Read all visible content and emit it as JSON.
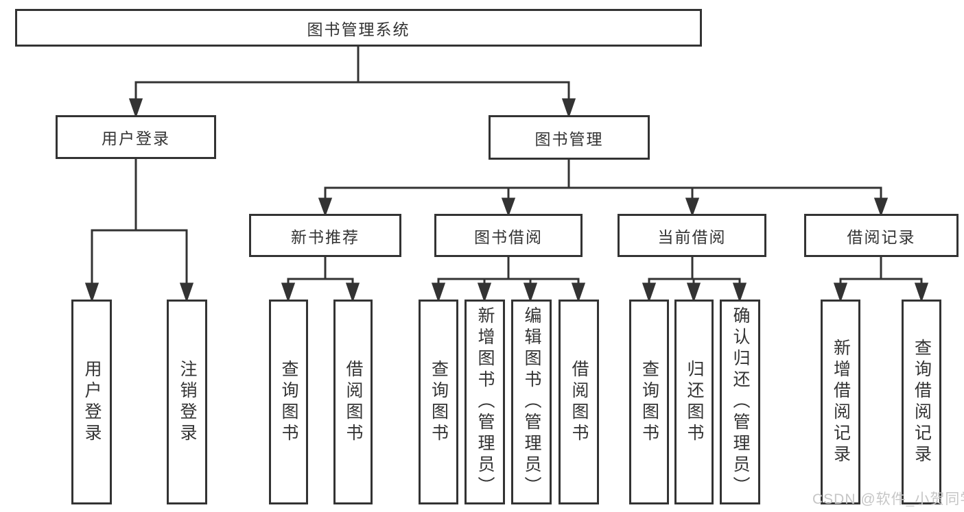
{
  "diagram": {
    "tree": {
      "label": "图书管理系统",
      "children": [
        {
          "label": "用户登录",
          "children": [
            {
              "label": "用户登录"
            },
            {
              "label": "注销登录"
            }
          ]
        },
        {
          "label": "图书管理",
          "children": [
            {
              "label": "新书推荐",
              "children": [
                {
                  "label": "查询图书"
                },
                {
                  "label": "借阅图书"
                }
              ]
            },
            {
              "label": "图书借阅",
              "children": [
                {
                  "label": "查询图书"
                },
                {
                  "label": "新增图书（管理员）"
                },
                {
                  "label": "编辑图书（管理员）"
                },
                {
                  "label": "借阅图书"
                }
              ]
            },
            {
              "label": "当前借阅",
              "children": [
                {
                  "label": "查询图书"
                },
                {
                  "label": "归还图书"
                },
                {
                  "label": "确认归还（管理员）"
                }
              ]
            },
            {
              "label": "借阅记录",
              "children": [
                {
                  "label": "新增借阅记录"
                },
                {
                  "label": "查询借阅记录"
                }
              ]
            }
          ]
        }
      ]
    },
    "watermark": "CSDN @软件_小贺同学",
    "colors": {
      "line": "#333333",
      "text": "#333333",
      "box_background": "#ffffff",
      "watermark": "#c6c6c6",
      "background": "#ffffff"
    }
  }
}
